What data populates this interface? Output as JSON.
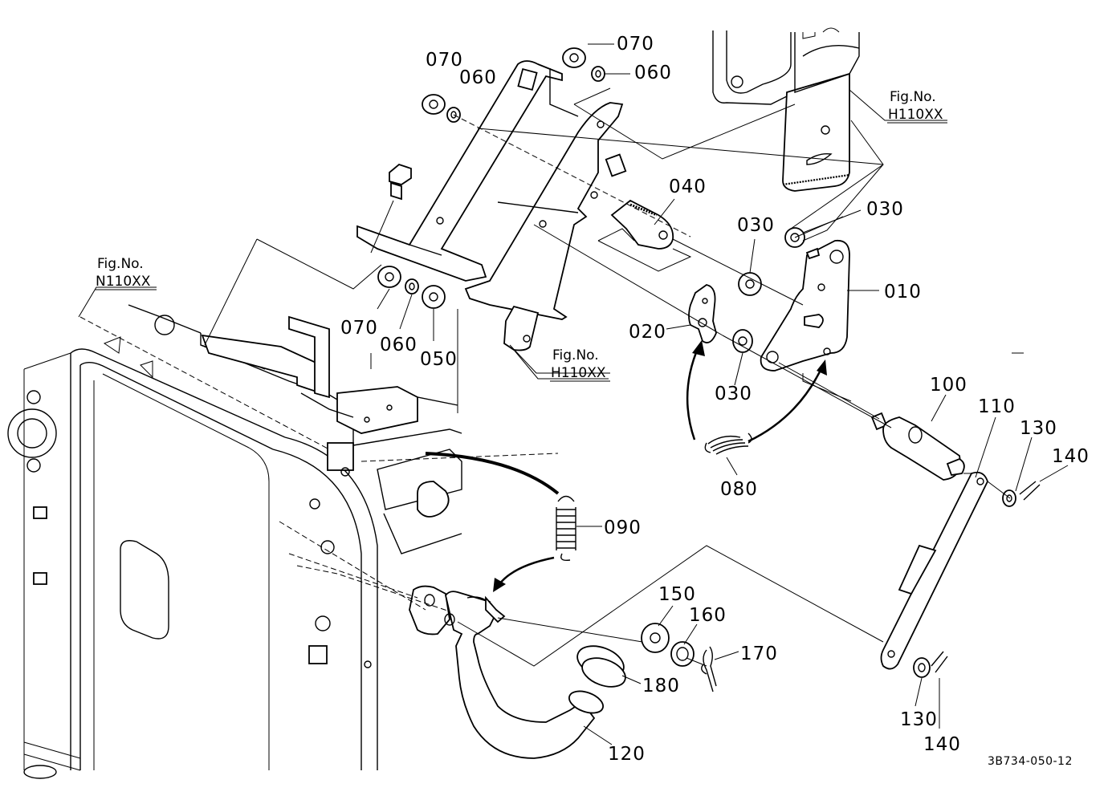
{
  "parts": [
    {
      "id": "p070a",
      "label": "070"
    },
    {
      "id": "p060a",
      "label": "060"
    },
    {
      "id": "p070b",
      "label": "070"
    },
    {
      "id": "p060b",
      "label": "060"
    },
    {
      "id": "p040",
      "label": "040"
    },
    {
      "id": "p030a",
      "label": "030"
    },
    {
      "id": "p030b",
      "label": "030"
    },
    {
      "id": "p010",
      "label": "010"
    },
    {
      "id": "p020",
      "label": "020"
    },
    {
      "id": "p030c",
      "label": "030"
    },
    {
      "id": "p070c",
      "label": "070"
    },
    {
      "id": "p060c",
      "label": "060"
    },
    {
      "id": "p050",
      "label": "050"
    },
    {
      "id": "p080",
      "label": "080"
    },
    {
      "id": "p100",
      "label": "100"
    },
    {
      "id": "p110",
      "label": "110"
    },
    {
      "id": "p130a",
      "label": "130"
    },
    {
      "id": "p140a",
      "label": "140"
    },
    {
      "id": "p090",
      "label": "090"
    },
    {
      "id": "p150",
      "label": "150"
    },
    {
      "id": "p160",
      "label": "160"
    },
    {
      "id": "p170",
      "label": "170"
    },
    {
      "id": "p180",
      "label": "180"
    },
    {
      "id": "p120",
      "label": "120"
    },
    {
      "id": "p130b",
      "label": "130"
    },
    {
      "id": "p140b",
      "label": "140"
    }
  ],
  "figure_refs": [
    {
      "id": "h110-top",
      "title": "Fig.No.",
      "code": "H110XX"
    },
    {
      "id": "n110",
      "title": "Fig.No.",
      "code": "N110XX"
    },
    {
      "id": "h110-mid",
      "title": "Fig.No.",
      "code": "H110XX"
    }
  ],
  "drawing_code": "3B734-050-12"
}
